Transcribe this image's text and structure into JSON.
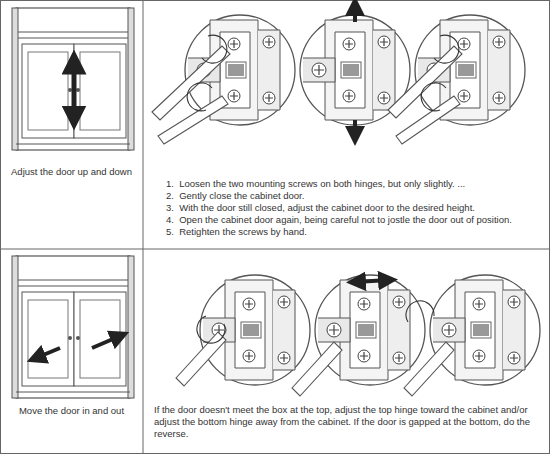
{
  "diagram": {
    "labels": [
      "Adjust the door up and down",
      "1.  Loosen the two mounting screws on both hinges, but only slightly. ...",
      "2.  Gently close the cabinet door.",
      "3.  With the door still closed, adjust the cabinet door to the desired height.",
      "4.  Open the cabinet door again, being careful not to jostle the door out of position.",
      "5.  Retighten the screws by hand.",
      "Move the door in and out",
      "If the door doesn't meet the box at the top, adjust the top hinge toward the cabinet and/or adjust the bottom hinge away from the cabinet. If the door is gapped at the bottom, do the reverse."
    ]
  }
}
